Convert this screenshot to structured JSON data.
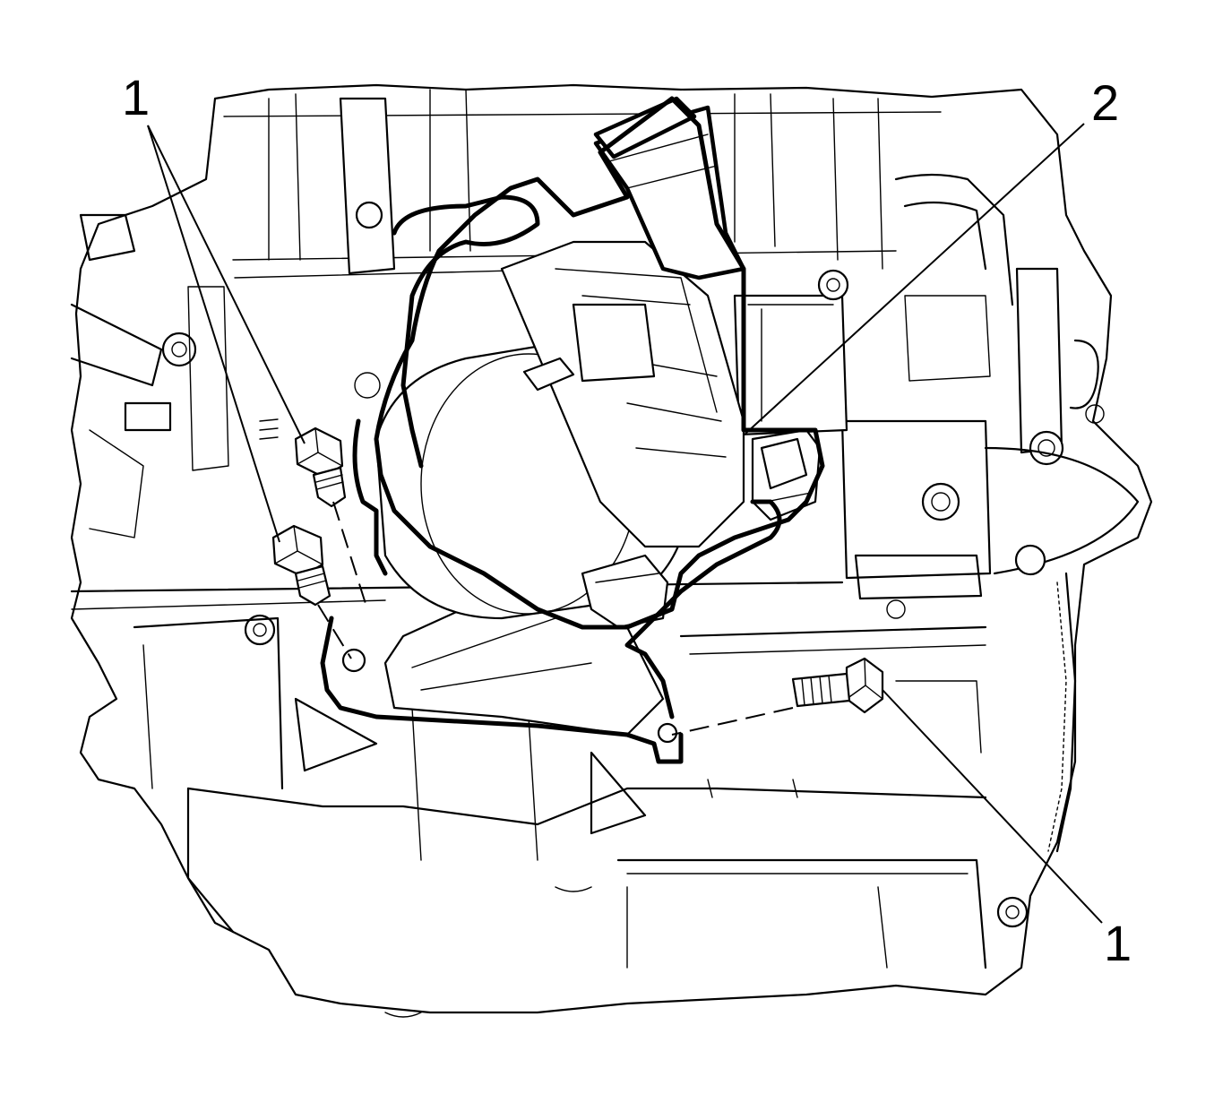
{
  "callouts": [
    {
      "id": "upper-left",
      "label": "1"
    },
    {
      "id": "upper-right",
      "label": "2"
    },
    {
      "id": "lower-right",
      "label": "1"
    }
  ],
  "colors": {
    "line": "#000000",
    "background": "#ffffff"
  }
}
